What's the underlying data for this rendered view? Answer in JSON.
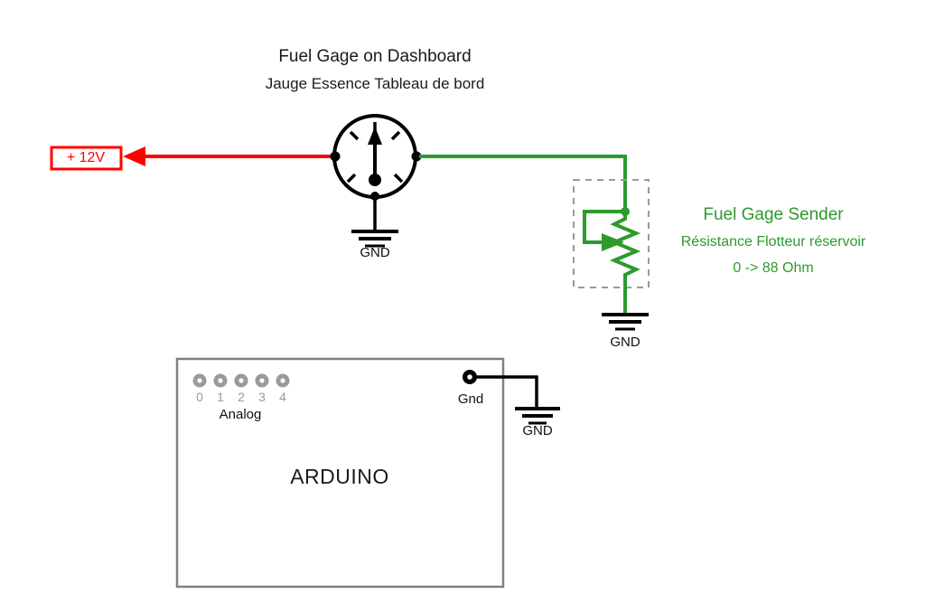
{
  "titles": {
    "main": "Fuel Gage on Dashboard",
    "sub": "Jauge Essence Tableau de bord"
  },
  "power": {
    "label": "+ 12V",
    "box_color": "#ff0000",
    "wire_color": "#ff0000"
  },
  "gauge": {
    "ground_label": "GND"
  },
  "sender": {
    "title": "Fuel Gage Sender",
    "subtitle": "Résistance Flotteur réservoir",
    "range": "0 -> 88 Ohm",
    "color": "#2d9a2d",
    "ground_label": "GND"
  },
  "arduino": {
    "name": "ARDUINO",
    "analog_label": "Analog",
    "analog_pins": [
      "0",
      "1",
      "2",
      "3",
      "4"
    ],
    "gnd_pin_label": "Gnd",
    "gnd_symbol_label": "GND",
    "border_color": "#808080"
  }
}
